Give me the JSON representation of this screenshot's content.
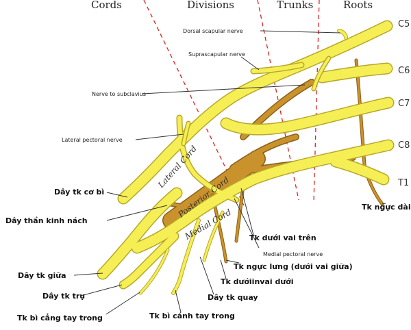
{
  "headers": {
    "cords": "Cords",
    "divisions": "Divisions",
    "trunks": "Trunks",
    "roots": "Roots"
  },
  "roots": [
    "C5",
    "C6",
    "C7",
    "C8",
    "T1"
  ],
  "cord_labels": {
    "lateral": "Lateral Cord",
    "posterior": "Posterior Cord",
    "medial": "Medial Cord"
  },
  "labels_en": {
    "dorsal_scapular": "Dorsal scapular nerve",
    "suprascapular": "Suprascapular nerve",
    "nerve_to_subclavius": "Nerve to subclavius",
    "lateral_pectoral": "Lateral pectoral nerve",
    "medial_pectoral": "Medial pectoral nerve"
  },
  "labels_vi": {
    "musculocutaneous": "Dây tk cơ bì",
    "axillary": "Dây thần kinh nách",
    "median": "Dây tk giữa",
    "ulnar": "Dây tk trụ",
    "med_cut_forearm": "Tk bì cẳng tay trong",
    "med_cut_arm": "Tk bì cánh tay trong",
    "radial": "Dây tk quay",
    "lower_subscapular": "Tk dướiinvai dưới",
    "thoracodorsal": "Tk ngực lưng (dưới vai giữa)",
    "upper_subscapular": "Tk dưới vai trên",
    "long_thoracic": "Tk ngực dài"
  },
  "colors": {
    "nerve_yellow": "#f5ef55",
    "nerve_yellow_outline": "#b8a72a",
    "posterior_brown": "#c9922c",
    "posterior_outline": "#8a6016",
    "divider_red": "#e02020"
  }
}
